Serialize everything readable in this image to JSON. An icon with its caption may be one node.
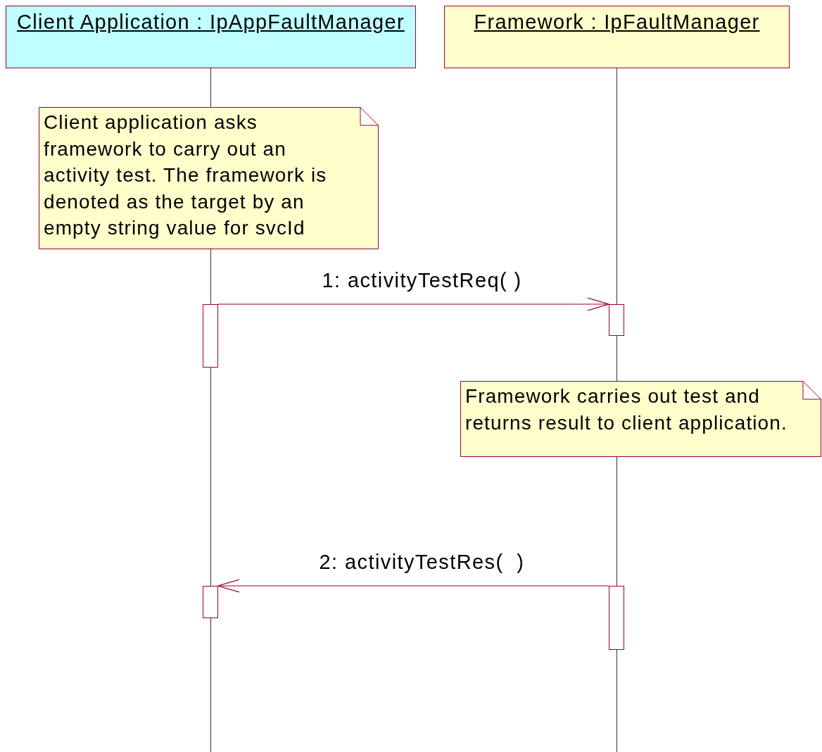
{
  "diagram": {
    "nodes": [
      {
        "text": [
          "Client Application : IpAppFaultManager"
        ]
      },
      {
        "text": [
          "Framework : IpFaultManager"
        ]
      },
      {
        "text": [
          "Client application asks framework to carry out an activity test. The framework is denoted as the target by an empty string value for svcId"
        ]
      },
      {
        "text": [],
        "shape": "bar"
      },
      {
        "text": [],
        "shape": "bar"
      },
      {
        "text": [
          "Framework carries out test and returns result to client application."
        ]
      },
      {
        "text": [],
        "shape": "bar"
      },
      {
        "text": [],
        "shape": "bar"
      }
    ],
    "edges": [
      {
        "from": 3,
        "to": 4,
        "arrow": "to",
        "label": "1: activityTestReq( )",
        "color": "#990033"
      },
      {
        "from": 7,
        "to": 6,
        "arrow": "to",
        "label": "2: activityTestRes(  )",
        "color": "#990033"
      }
    ]
  }
}
